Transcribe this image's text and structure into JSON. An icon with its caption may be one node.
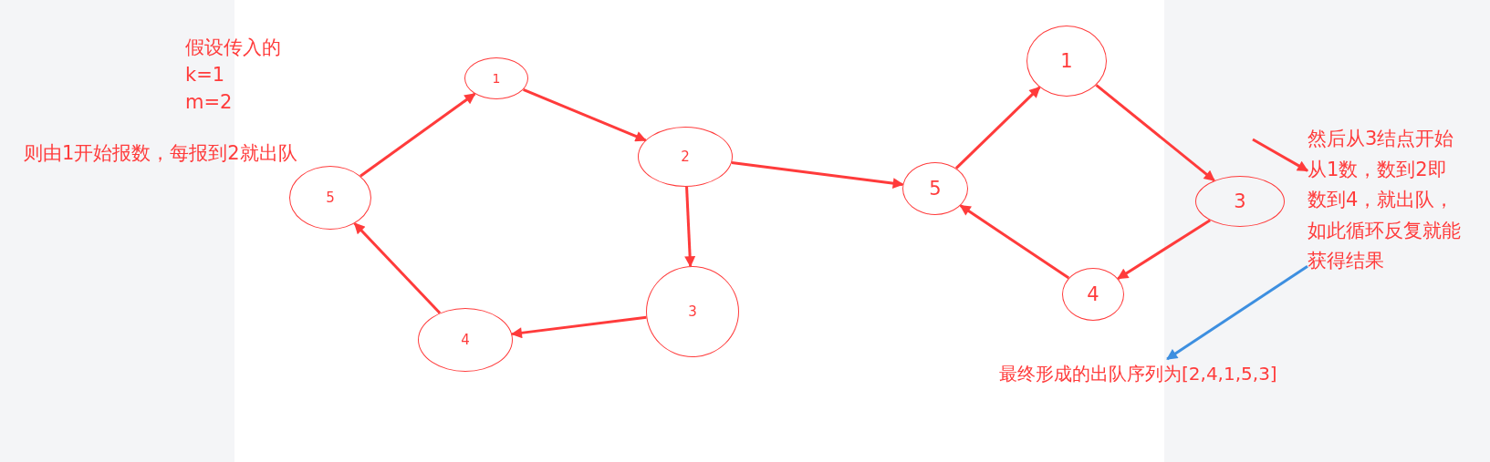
{
  "diagram": {
    "nodes": [
      {
        "text": [
          "1"
        ]
      },
      {
        "text": [
          "2"
        ]
      },
      {
        "text": [
          "3"
        ]
      },
      {
        "text": [
          "4"
        ]
      },
      {
        "text": [
          "5"
        ]
      },
      {
        "text": [
          "5"
        ]
      },
      {
        "text": [
          "1"
        ]
      },
      {
        "text": [
          "3"
        ]
      },
      {
        "text": [
          "4"
        ]
      },
      {
        "text": [
          "然后从3结点开始从1数，数到2即数到4，就出队，如此循环反复就能获得结果"
        ]
      },
      {
        "text": [
          "最终形成的出队序列为[2,4,1,5,3]"
        ]
      }
    ],
    "edges": [
      {
        "from": 4,
        "to": 0,
        "arrow": "to"
      },
      {
        "from": 0,
        "to": 1,
        "arrow": "to"
      },
      {
        "from": 1,
        "to": 2,
        "arrow": "to"
      },
      {
        "from": 2,
        "to": 3,
        "arrow": "to"
      },
      {
        "from": 3,
        "to": 4,
        "arrow": "to"
      },
      {
        "from": 1,
        "to": 5,
        "arrow": "to"
      },
      {
        "from": 5,
        "to": 6,
        "arrow": "to"
      },
      {
        "from": 6,
        "to": 7,
        "arrow": "to"
      },
      {
        "from": 7,
        "to": 8,
        "arrow": "to"
      },
      {
        "from": 8,
        "to": 5,
        "arrow": "to"
      },
      {
        "from": null,
        "to": 9,
        "arrow": "to"
      },
      {
        "from": 9,
        "to": 10,
        "arrow": "to",
        "color": "#3d8fe0"
      }
    ],
    "labels": [
      "假设传入的",
      "k=1",
      "m=2",
      "则由1开始报数，每报到2就出队"
    ]
  }
}
